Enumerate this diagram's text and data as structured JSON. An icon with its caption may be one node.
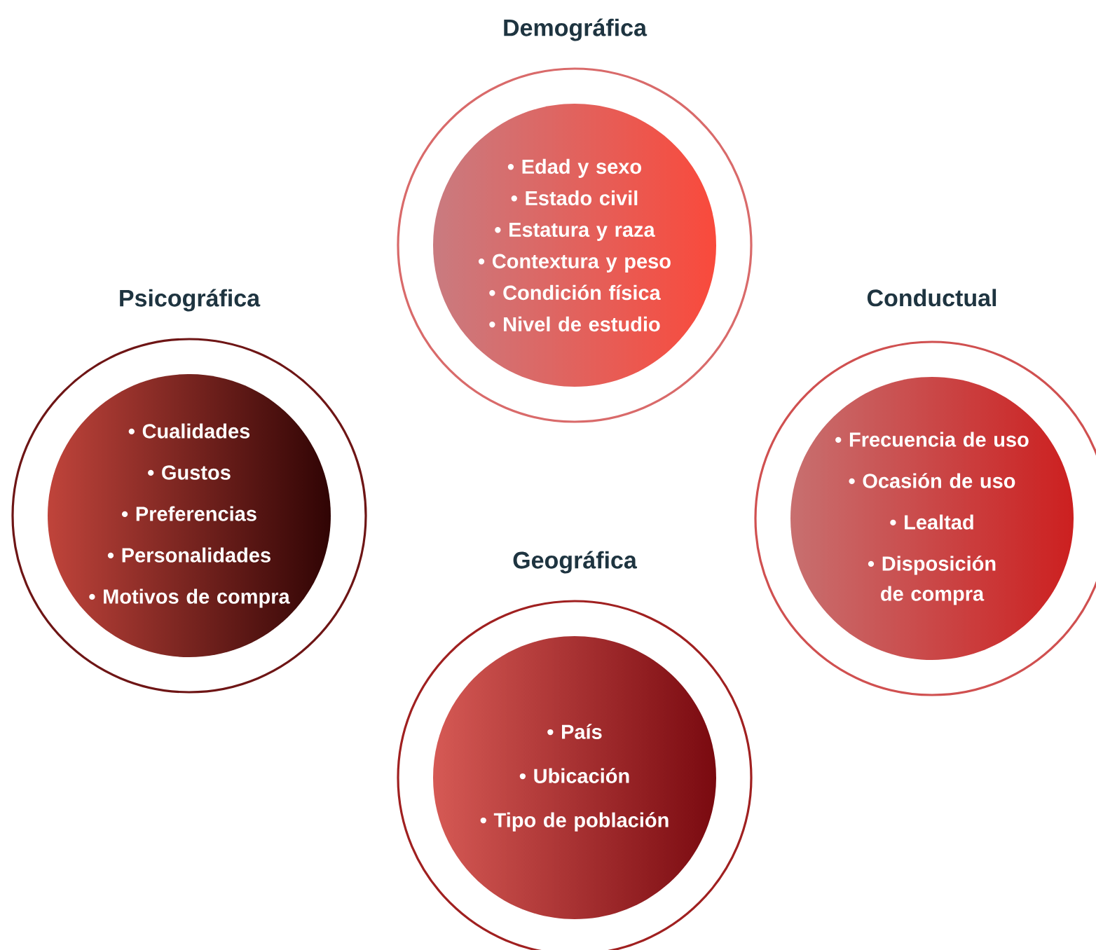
{
  "diagram": {
    "nodes": [
      {
        "text": [
          "Demográfica",
          "• Edad y sexo",
          "• Estado civil",
          "• Estatura y raza",
          "• Contextura y peso",
          "• Condición física",
          "• Nivel de estudio"
        ]
      },
      {
        "text": [
          "Psicográfica",
          "• Cualidades",
          "• Gustos",
          "• Preferencias",
          "• Personalidades",
          "• Motivos de compra"
        ]
      },
      {
        "text": [
          "Conductual",
          "• Frecuencia de uso",
          "• Ocasión de uso",
          "• Lealtad",
          "• Disposición de compra"
        ]
      },
      {
        "text": [
          "Geográfica",
          "• País",
          "• Ubicación",
          "• Tipo de población"
        ]
      }
    ]
  }
}
